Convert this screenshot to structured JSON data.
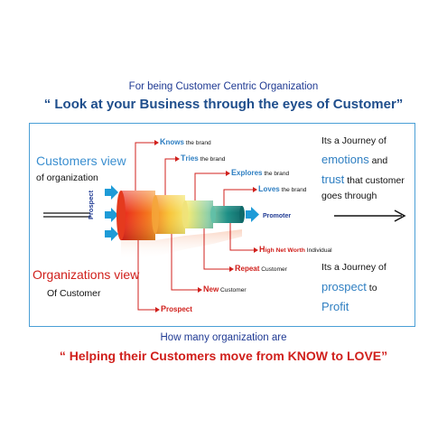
{
  "header": {
    "subtitle": "For being Customer Centric Organization",
    "title": "“ Look at your Business through the eyes of Customer”"
  },
  "left": {
    "customers_view": "Customers view",
    "of_organization": "of organization",
    "organizations_view": "Organizations view",
    "of_customer": "Of Customer",
    "prospect_label": "Prospect"
  },
  "stages_top": [
    {
      "initial": "K",
      "rest": "nows",
      "suffix": " the brand"
    },
    {
      "initial": "T",
      "rest": "ries",
      "suffix": " the brand"
    },
    {
      "initial": "E",
      "rest": "xplores",
      "suffix": " the brand"
    },
    {
      "initial": "L",
      "rest": "oves",
      "suffix": " the brand"
    }
  ],
  "promoter": "Promoter",
  "stages_bottom": [
    {
      "initial": "H",
      "rest": "igh Net Worth",
      "suffix": " Individual"
    },
    {
      "initial": "R",
      "rest": "epeat",
      "suffix": " Customer"
    },
    {
      "initial": "N",
      "rest": "ew",
      "suffix": " Customer"
    },
    {
      "initial": "P",
      "rest": "rospect",
      "suffix": ""
    }
  ],
  "right_top": {
    "line1": "Its a Journey of",
    "emotions": "emotions",
    "and": " and",
    "trust": "trust",
    "that_customer": " that customer",
    "goes_through": "goes through"
  },
  "right_bottom": {
    "line1": "Its a Journey of",
    "prospect": "prospect",
    "to": " to",
    "profit": "Profit"
  },
  "footer": {
    "subtitle": "How many organization are",
    "title": "“ Helping their Customers move from KNOW to LOVE”"
  },
  "colors": {
    "blue": "#2f7fc2",
    "red": "#d0201c",
    "navy": "#1f3a93",
    "frame": "#4a9fd6",
    "arrow_teal": "#1e9bd7"
  }
}
